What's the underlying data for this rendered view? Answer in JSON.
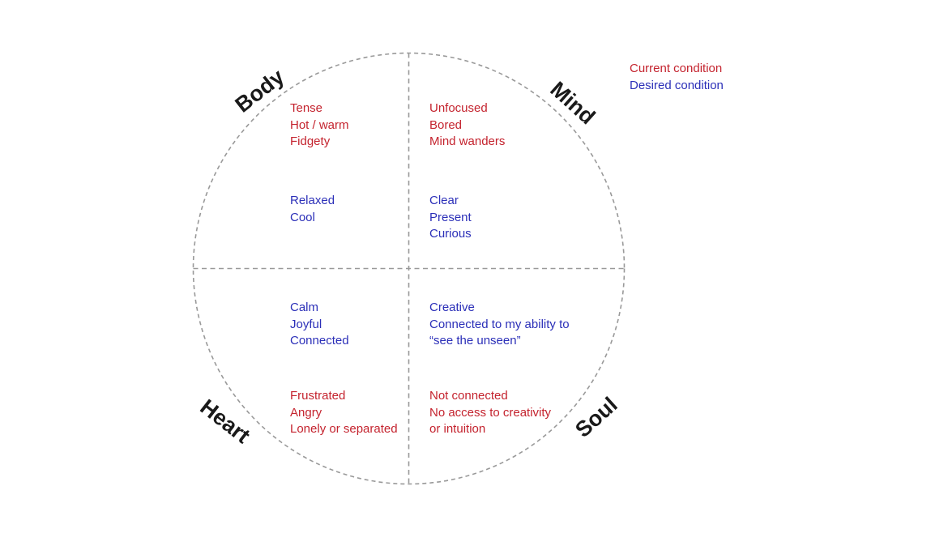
{
  "title": "Body Mind Heart Soul condition wheel",
  "colors": {
    "current": "#c4232e",
    "desired": "#2b2fb8",
    "outline": "#999999",
    "quadrant_label": "#1a1a1a"
  },
  "legend": {
    "current_label": "Current condition",
    "desired_label": "Desired condition"
  },
  "quadrants": {
    "body": {
      "label": "Body",
      "current": [
        "Tense",
        "Hot / warm",
        "Fidgety"
      ],
      "desired": [
        "Relaxed",
        "Cool"
      ]
    },
    "mind": {
      "label": "Mind",
      "current": [
        "Unfocused",
        "Bored",
        "Mind wanders"
      ],
      "desired": [
        "Clear",
        "Present",
        "Curious"
      ]
    },
    "heart": {
      "label": "Heart",
      "desired": [
        "Calm",
        "Joyful",
        "Connected"
      ],
      "current": [
        "Frustrated",
        "Angry",
        "Lonely or separated"
      ]
    },
    "soul": {
      "label": "Soul",
      "desired": [
        "Creative",
        "Connected to my ability to",
        "“see the unseen”"
      ],
      "current": [
        "Not connected",
        "No access to creativity",
        "or intuition"
      ]
    }
  }
}
